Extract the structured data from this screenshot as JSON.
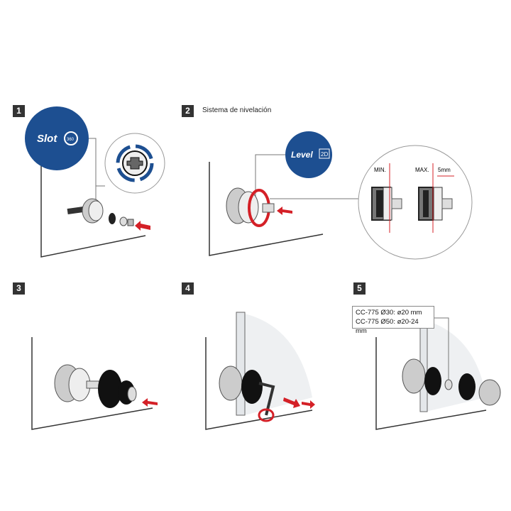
{
  "steps": [
    {
      "number": "1",
      "badge_text": "Slot",
      "badge_sub": "360"
    },
    {
      "number": "2",
      "caption": "Sistema de nivelación",
      "badge_text": "Level",
      "badge_sub": "2D",
      "min_label": "MIN.",
      "max_label": "MAX.",
      "gap_label": "5mm"
    },
    {
      "number": "3"
    },
    {
      "number": "4"
    },
    {
      "number": "5",
      "spec_lines": [
        "CC-775 Ø30: ø20 mm",
        "CC-775 Ø50: ø20-24 mm"
      ]
    }
  ],
  "colors": {
    "brand_blue": "#1d4f91",
    "arrow_red": "#d42027",
    "line_gray": "#555555"
  }
}
